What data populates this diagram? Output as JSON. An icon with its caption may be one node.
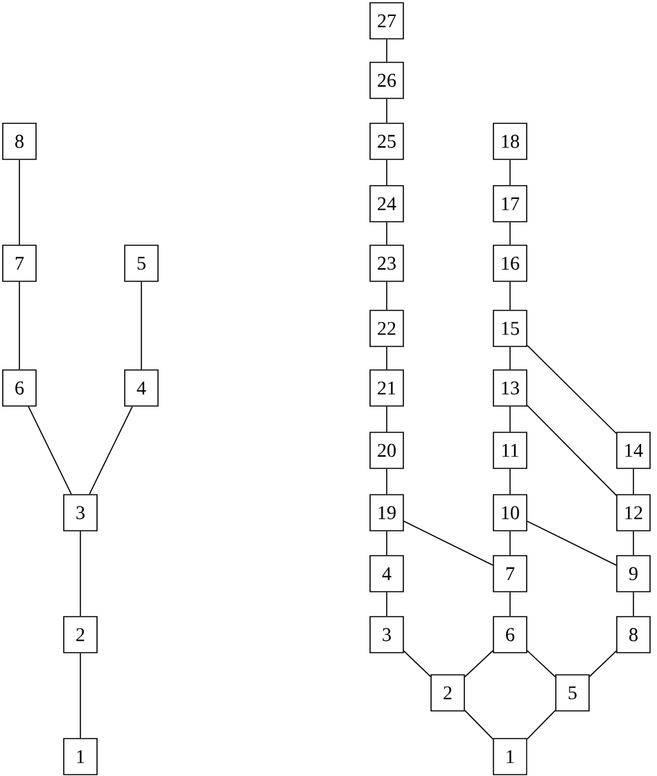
{
  "diagram": {
    "nodes": [
      {
        "text": [
          "1"
        ]
      },
      {
        "text": [
          "2"
        ]
      },
      {
        "text": [
          "3"
        ]
      },
      {
        "text": [
          "4"
        ]
      },
      {
        "text": [
          "5"
        ]
      },
      {
        "text": [
          "6"
        ]
      },
      {
        "text": [
          "7"
        ]
      },
      {
        "text": [
          "8"
        ]
      },
      {
        "text": [
          "1"
        ]
      },
      {
        "text": [
          "2"
        ]
      },
      {
        "text": [
          "3"
        ]
      },
      {
        "text": [
          "4"
        ]
      },
      {
        "text": [
          "5"
        ]
      },
      {
        "text": [
          "6"
        ]
      },
      {
        "text": [
          "7"
        ]
      },
      {
        "text": [
          "8"
        ]
      },
      {
        "text": [
          "9"
        ]
      },
      {
        "text": [
          "10"
        ]
      },
      {
        "text": [
          "11"
        ]
      },
      {
        "text": [
          "12"
        ]
      },
      {
        "text": [
          "13"
        ]
      },
      {
        "text": [
          "14"
        ]
      },
      {
        "text": [
          "15"
        ]
      },
      {
        "text": [
          "16"
        ]
      },
      {
        "text": [
          "17"
        ]
      },
      {
        "text": [
          "18"
        ]
      },
      {
        "text": [
          "19"
        ]
      },
      {
        "text": [
          "20"
        ]
      },
      {
        "text": [
          "21"
        ]
      },
      {
        "text": [
          "22"
        ]
      },
      {
        "text": [
          "23"
        ]
      },
      {
        "text": [
          "24"
        ]
      },
      {
        "text": [
          "25"
        ]
      },
      {
        "text": [
          "26"
        ]
      },
      {
        "text": [
          "27"
        ]
      }
    ],
    "edges": [
      {
        "from": 0,
        "to": 1,
        "arrow": "none"
      },
      {
        "from": 1,
        "to": 2,
        "arrow": "none"
      },
      {
        "from": 2,
        "to": 5,
        "arrow": "none"
      },
      {
        "from": 2,
        "to": 3,
        "arrow": "none"
      },
      {
        "from": 5,
        "to": 6,
        "arrow": "none"
      },
      {
        "from": 6,
        "to": 7,
        "arrow": "none"
      },
      {
        "from": 3,
        "to": 4,
        "arrow": "none"
      },
      {
        "from": 8,
        "to": 9,
        "arrow": "none"
      },
      {
        "from": 8,
        "to": 12,
        "arrow": "none"
      },
      {
        "from": 9,
        "to": 10,
        "arrow": "none"
      },
      {
        "from": 9,
        "to": 13,
        "arrow": "none"
      },
      {
        "from": 12,
        "to": 13,
        "arrow": "none"
      },
      {
        "from": 12,
        "to": 15,
        "arrow": "none"
      },
      {
        "from": 10,
        "to": 11,
        "arrow": "none"
      },
      {
        "from": 11,
        "to": 26,
        "arrow": "none"
      },
      {
        "from": 26,
        "to": 14,
        "arrow": "none"
      },
      {
        "from": 13,
        "to": 14,
        "arrow": "none"
      },
      {
        "from": 14,
        "to": 17,
        "arrow": "none"
      },
      {
        "from": 15,
        "to": 16,
        "arrow": "none"
      },
      {
        "from": 16,
        "to": 19,
        "arrow": "none"
      },
      {
        "from": 17,
        "to": 16,
        "arrow": "none"
      },
      {
        "from": 17,
        "to": 18,
        "arrow": "none"
      },
      {
        "from": 18,
        "to": 20,
        "arrow": "none"
      },
      {
        "from": 20,
        "to": 19,
        "arrow": "none"
      },
      {
        "from": 19,
        "to": 21,
        "arrow": "none"
      },
      {
        "from": 21,
        "to": 22,
        "arrow": "none"
      },
      {
        "from": 20,
        "to": 22,
        "arrow": "none"
      },
      {
        "from": 22,
        "to": 23,
        "arrow": "none"
      },
      {
        "from": 23,
        "to": 24,
        "arrow": "none"
      },
      {
        "from": 24,
        "to": 25,
        "arrow": "none"
      },
      {
        "from": 26,
        "to": 27,
        "arrow": "none"
      },
      {
        "from": 27,
        "to": 28,
        "arrow": "none"
      },
      {
        "from": 28,
        "to": 29,
        "arrow": "none"
      },
      {
        "from": 29,
        "to": 30,
        "arrow": "none"
      },
      {
        "from": 30,
        "to": 31,
        "arrow": "none"
      },
      {
        "from": 31,
        "to": 32,
        "arrow": "none"
      },
      {
        "from": 32,
        "to": 33,
        "arrow": "none"
      },
      {
        "from": 33,
        "to": 34,
        "arrow": "none"
      }
    ]
  }
}
